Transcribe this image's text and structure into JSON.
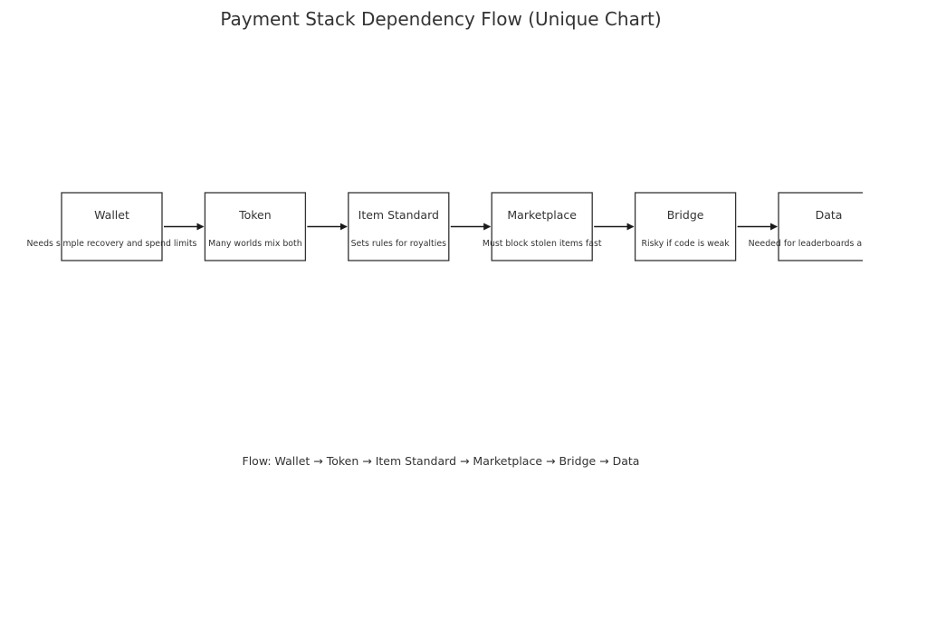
{
  "title": "Payment Stack Dependency Flow (Unique Chart)",
  "nodes": [
    {
      "label": "Wallet",
      "note": "Needs simple recovery and spend limits"
    },
    {
      "label": "Token",
      "note": "Many worlds mix both"
    },
    {
      "label": "Item Standard",
      "note": "Sets rules for royalties"
    },
    {
      "label": "Marketplace",
      "note": "Must block stolen items fast"
    },
    {
      "label": "Bridge",
      "note": "Risky if code is weak"
    },
    {
      "label": "Data",
      "note": "Needed for leaderboards and rewards"
    }
  ],
  "flow_caption": "Flow: Wallet → Token → Item Standard → Marketplace → Bridge → Data",
  "colors": {
    "box_stroke": "#333333",
    "arrow": "#1a1a1a",
    "text": "#333333"
  }
}
